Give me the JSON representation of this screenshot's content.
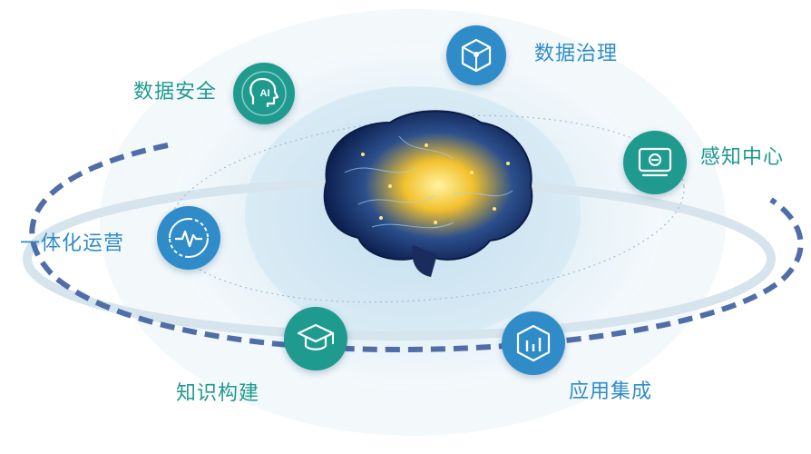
{
  "center": {
    "icon": "brain-icon"
  },
  "nodes": [
    {
      "key": "data_security",
      "label": "数据安全",
      "icon": "ai-head-icon",
      "color": "#1f9a8f"
    },
    {
      "key": "data_governance",
      "label": "数据治理",
      "icon": "cube-icon",
      "color": "#2f8cc8"
    },
    {
      "key": "perception_center",
      "label": "感知中心",
      "icon": "monitor-icon",
      "color": "#1f9a8f"
    },
    {
      "key": "integrated_ops",
      "label": "一体化运营",
      "icon": "pulse-icon",
      "color": "#2f8cc8"
    },
    {
      "key": "knowledge_build",
      "label": "知识构建",
      "icon": "graduation-cap-icon",
      "color": "#1f9a8f"
    },
    {
      "key": "app_integration",
      "label": "应用集成",
      "icon": "chart-box-icon",
      "color": "#2f8cc8"
    }
  ]
}
